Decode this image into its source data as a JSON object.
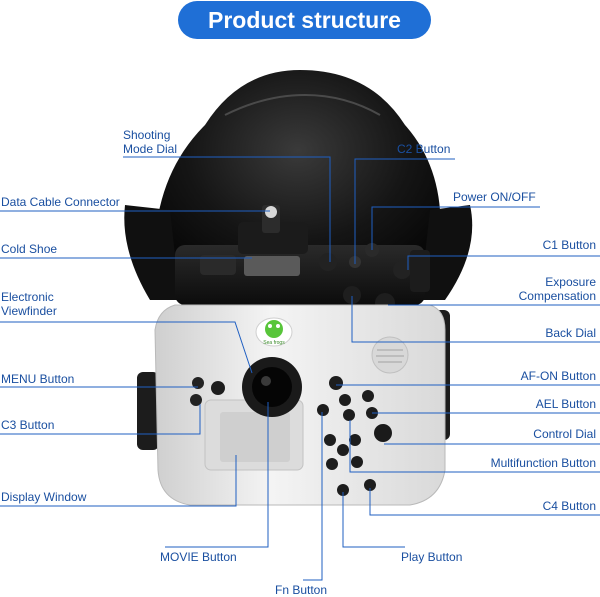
{
  "title": "Product structure",
  "product_logo_text": "Sea frogs",
  "colors": {
    "accent": "#1f6fd6",
    "label_text": "#1a4fa0",
    "leader_line": "#1f5fc2",
    "dome": "#0e0e0e",
    "housing": "#ececec"
  },
  "left_labels": {
    "data_cable_connector": "Data Cable Connector",
    "cold_shoe": "Cold Shoe",
    "electronic_viewfinder_1": "Electronic",
    "electronic_viewfinder_2": "Viewfinder",
    "menu_button": "MENU Button",
    "c3_button": "C3 Button",
    "display_window": "Display Window"
  },
  "top_labels": {
    "shooting_mode_dial_1": "Shooting",
    "shooting_mode_dial_2": "Mode Dial",
    "c2_button": "C2 Button",
    "power_onoff": "Power ON/OFF"
  },
  "right_labels": {
    "c1_button": "C1 Button",
    "exposure_compensation_1": "Exposure",
    "exposure_compensation_2": "Compensation",
    "back_dial": "Back Dial",
    "af_on_button": "AF-ON Button",
    "ael_button": "AEL Button",
    "control_dial": "Control Dial",
    "multifunction_button": "Multifunction Button",
    "c4_button": "C4 Button"
  },
  "bottom_labels": {
    "movie_button": "MOVIE Button",
    "play_button": "Play Button",
    "fn_button": "Fn Button"
  }
}
